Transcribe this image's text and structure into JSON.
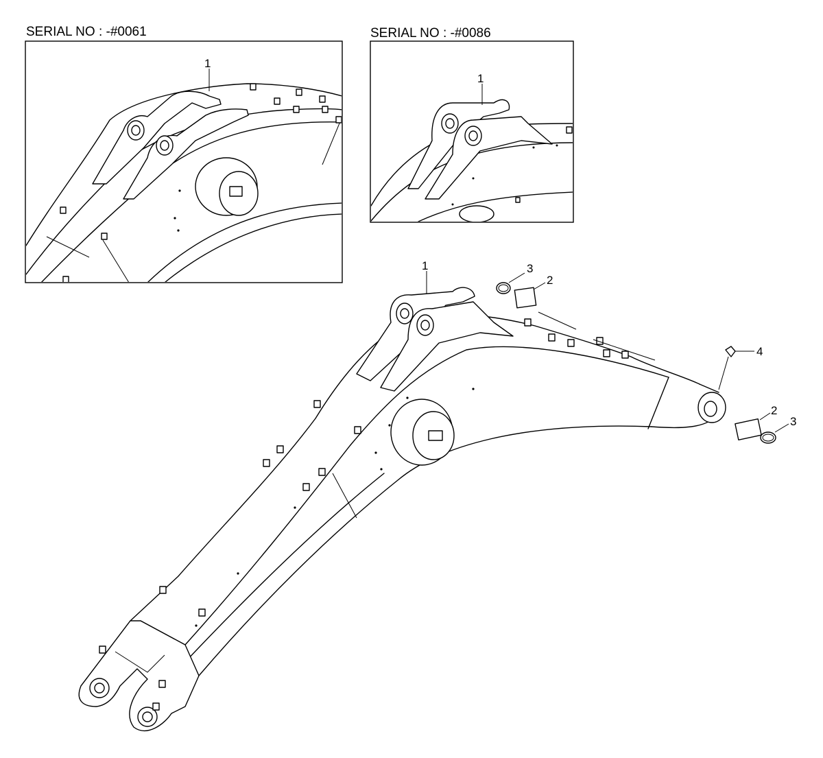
{
  "insets": [
    {
      "caption": "SERIAL NO : -#0061",
      "callout": "1"
    },
    {
      "caption": "SERIAL NO : -#0086",
      "callout": "1"
    }
  ],
  "main": {
    "callouts": {
      "boom": "1",
      "bushing_top": "2",
      "ring_top": "3",
      "fitting": "4",
      "bushing_foot": "2",
      "ring_foot": "3"
    }
  }
}
